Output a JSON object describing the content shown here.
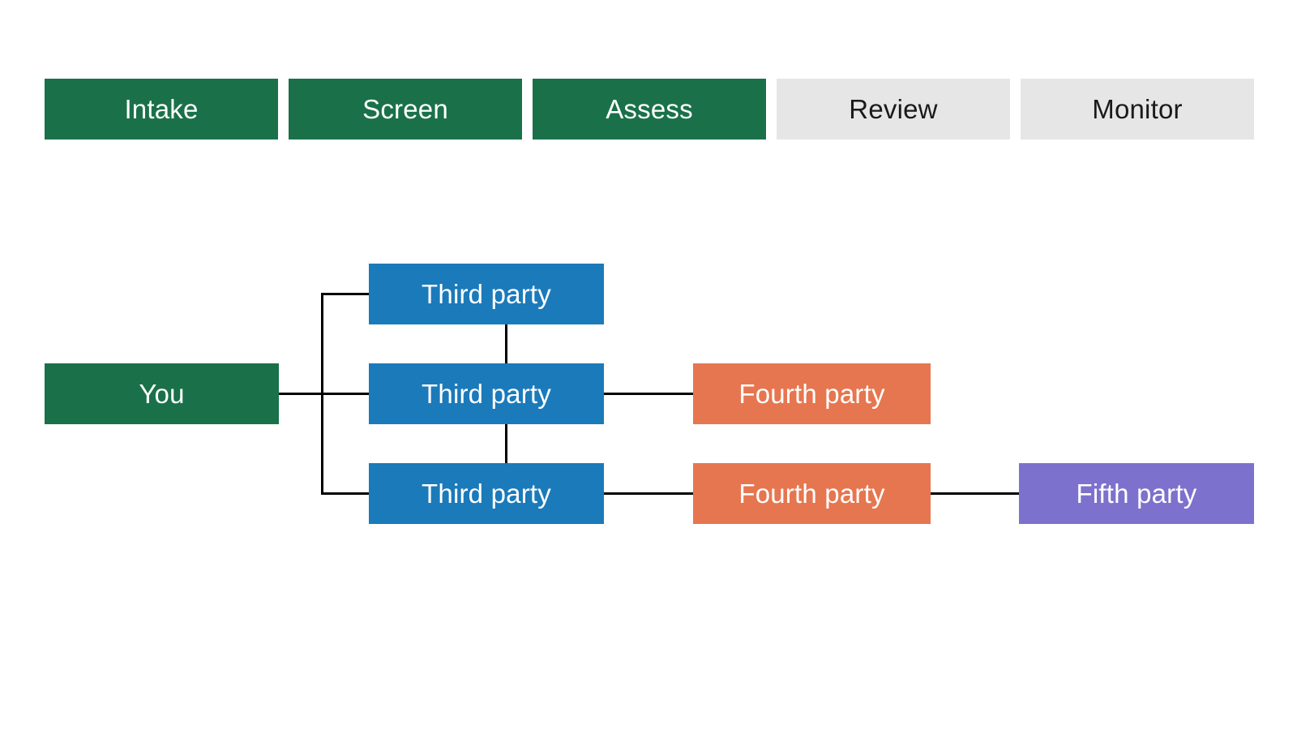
{
  "workflow_stages": {
    "items": [
      {
        "label": "Intake",
        "state": "complete"
      },
      {
        "label": "Screen",
        "state": "complete"
      },
      {
        "label": "Assess",
        "state": "complete"
      },
      {
        "label": "Review",
        "state": "upcoming"
      },
      {
        "label": "Monitor",
        "state": "upcoming"
      }
    ]
  },
  "party_graph": {
    "you": {
      "label": "You"
    },
    "third_parties": [
      {
        "label": "Third party"
      },
      {
        "label": "Third party"
      },
      {
        "label": "Third party"
      }
    ],
    "fourth_parties": [
      {
        "label": "Fourth party"
      },
      {
        "label": "Fourth party"
      }
    ],
    "fifth_party": {
      "label": "Fifth party"
    }
  },
  "colors": {
    "stage_complete_green": "#1a7149",
    "stage_upcoming_gray": "#e6e6e6",
    "third_party_blue": "#1b7aba",
    "fourth_party_orange": "#e6764f",
    "fifth_party_purple": "#7c72cd",
    "connector_black": "#000000",
    "text_on_color": "#ffffff",
    "text_on_gray": "#1a1a1a",
    "background": "#ffffff"
  }
}
